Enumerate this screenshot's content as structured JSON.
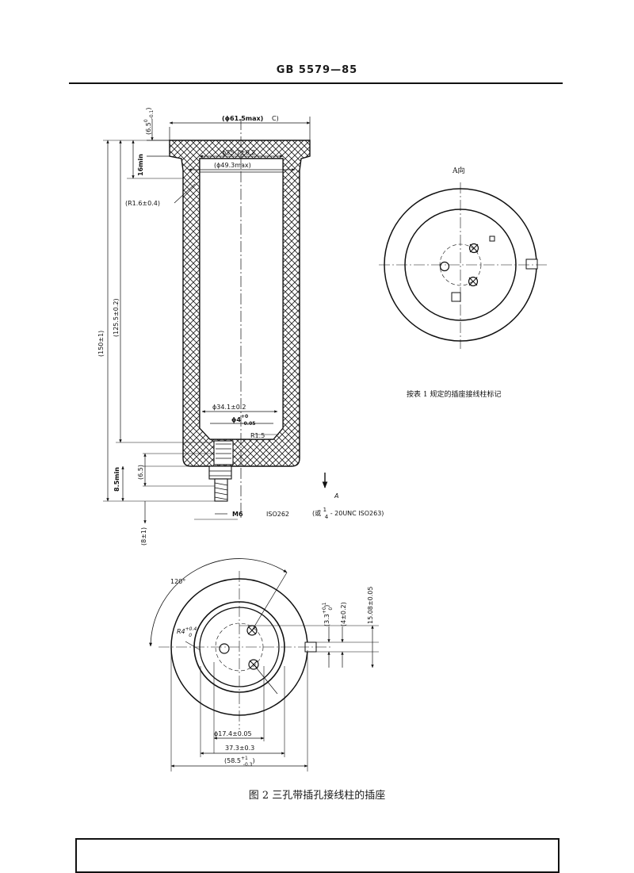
{
  "header": {
    "code": "GB 5579—85"
  },
  "section_view": {
    "dims": {
      "tol_65": "(6.5",
      "tol_65_sup": "0",
      "tol_65_sub": "-0.1",
      "tol_65_close": ")",
      "d_615": "(ϕ61.5max)",
      "d_615_mark": "C)",
      "d_357": "ϕ35.7±0.2",
      "d_493": "(ϕ49.3max)",
      "h_16": "16min",
      "r_16": "(R1.6±0.4)",
      "h_150": "(150±1)",
      "h_1255": "(125.5±0.2)",
      "d_341": "ϕ34.1±0.2",
      "d_4": "ϕ4",
      "d_4_sup": "+0",
      "d_4_sub": "-0.05",
      "r_15": "R1.5",
      "h_85": "8.5min",
      "h_65": "(6.5)",
      "h_8": "(8±1)",
      "thread_m6": "M6",
      "iso_262": "ISO262",
      "alt_thread_prefix": "(或",
      "alt_thread_num": "1",
      "alt_thread_den": "4",
      "alt_thread_suffix": "- 20UNC ISO263)",
      "arrow_label": "A"
    }
  },
  "view_a": {
    "title": "A向",
    "note": "按表 1 规定的插座接线柱标记"
  },
  "bottom_view": {
    "dims": {
      "angle": "120°",
      "r_4": "R4",
      "r_4_sup": "+0.4",
      "r_4_sub": "0",
      "w_33": "(3.3",
      "w_33_sup": "+0.1",
      "w_33_sub": "0",
      "w_33_close": ")",
      "w_4": "(4±0.2)",
      "w_1508": "15.08±0.05",
      "d_174": "ϕ17.4±0.05",
      "d_373": "37.3±0.3",
      "d_585": "(58.5",
      "d_585_sup": "+1",
      "d_585_sub": "-0.3",
      "d_585_close": ")"
    }
  },
  "caption": "图 2   三孔带插孔接线柱的插座"
}
